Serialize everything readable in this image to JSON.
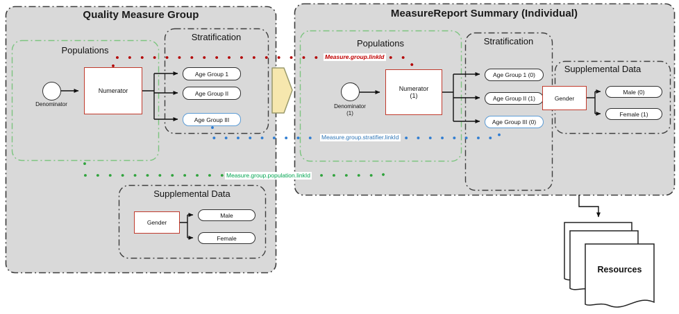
{
  "left": {
    "title": "Quality Measure Group",
    "populations": {
      "title": "Populations",
      "denominator_label": "Denominator",
      "numerator_label": "Numerator"
    },
    "stratification": {
      "title": "Stratification",
      "items": [
        "Age Group 1",
        "Age Group II",
        "Age Group III"
      ]
    },
    "supplemental": {
      "title": "Supplemental Data",
      "gender_label": "Gender",
      "items": [
        "Male",
        "Female"
      ]
    }
  },
  "right": {
    "title": "MeasureReport Summary (Individual)",
    "populations": {
      "title": "Populations",
      "denominator_label": "Denominator",
      "denominator_count": "(1)",
      "numerator_label": "Numerator",
      "numerator_count": "(1)"
    },
    "stratification": {
      "title": "Stratification",
      "items": [
        "Age Group 1 (0)",
        "Age Group II (1)",
        "Age Group III (0)"
      ]
    },
    "supplemental": {
      "title": "Supplemental Data",
      "gender_label": "Gender",
      "items": [
        "Male (0)",
        "Female (1)"
      ]
    }
  },
  "links": {
    "group_linkid": "Measure.group.linkId",
    "stratifier_linkid": "Measure.group.stratifier.linkId",
    "population_linkid": "Measure.group.population.linkId"
  },
  "resources_label": "Resources",
  "colors": {
    "panel_gray": "#d9d9d9",
    "red_accent": "#c0392b",
    "red_dots": "#b30000",
    "blue_accent": "#5b9bd5",
    "blue_dots": "#2e7cd1",
    "green_region": "#7cc47f",
    "green_dots": "#2fa33c",
    "arrow_fill": "#f6e7ae"
  }
}
